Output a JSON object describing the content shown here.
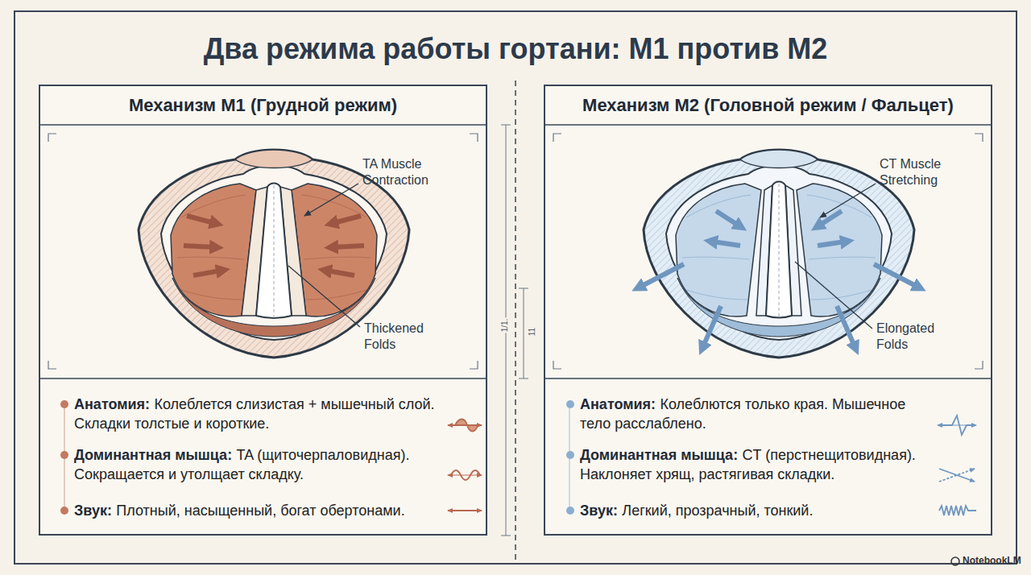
{
  "diagram": {
    "title": "Два режима работы гортани: М1 против М2",
    "nodes": [
      {
        "text": [
          "Механизм М1 (Грудной режим)"
        ]
      },
      {
        "text": [
          "Механизм М2 (Головной режим / Фальцет)"
        ]
      }
    ],
    "labels": [
      "TA Muscle Contraction",
      "Thickened Folds",
      "Анатомия:",
      "Колеблется слизистая + мышечный слой. Складки толстые и короткие.",
      "Доминантная мышца:",
      "TA (щиточерпаловидная). Сокращается и утолщает складку.",
      "Звук:",
      "Плотный, насыщенный, богат обертонами.",
      "CT Muscle Stretching",
      "Elongated Folds",
      "Анатомия:",
      "Колеблются только края. Мышечное тело расслаблено.",
      "Доминантная мышца:",
      "CT (перстнещитовидная). Наклоняет хрящ, растягивая складки.",
      "Звук:",
      "Легкий, прозрачный, тонкий.",
      "1/1.",
      "11",
      "NotebookLM"
    ]
  }
}
